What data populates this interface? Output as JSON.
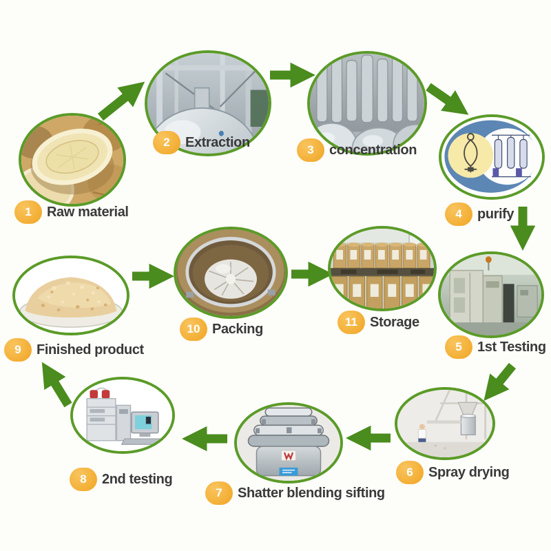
{
  "title": "Production process flow diagram",
  "colors": {
    "arrow_green": "#4a8c1d",
    "circle_border_green": "#5b9b28",
    "badge_orange": "#f0a522",
    "badge_text": "#ffffff",
    "label_text": "#3a3a3a",
    "background": "#fdfdfa"
  },
  "steps": [
    {
      "number": "1",
      "label": "Raw material",
      "image": "ginseng-root-slice-photo"
    },
    {
      "number": "2",
      "label": "Extraction",
      "image": "extraction-tank-photo"
    },
    {
      "number": "3",
      "label": "concentration",
      "image": "concentration-vessels-photo"
    },
    {
      "number": "4",
      "label": "purify",
      "image": "purification-funnel-and-columns-diagram"
    },
    {
      "number": "5",
      "label": "1st Testing",
      "image": "lab-testing-machines-photo"
    },
    {
      "number": "6",
      "label": "Spray drying",
      "image": "spray-dryer-room-photo"
    },
    {
      "number": "7",
      "label": "Shatter blending sifting",
      "image": "vibrating-sifter-machine-photo"
    },
    {
      "number": "8",
      "label": "2nd testing",
      "image": "hplc-with-computer-photo"
    },
    {
      "number": "9",
      "label": "Finished product",
      "image": "powder-in-dish-photo"
    },
    {
      "number": "10",
      "label": "Packing",
      "image": "drum-with-plastic-bag-photo"
    },
    {
      "number": "11",
      "label": "Storage",
      "image": "warehouse-cardboard-drums-photo"
    }
  ],
  "connections": [
    [
      "1",
      "2"
    ],
    [
      "2",
      "3"
    ],
    [
      "3",
      "4"
    ],
    [
      "4",
      "5"
    ],
    [
      "5",
      "6"
    ],
    [
      "6",
      "7"
    ],
    [
      "7",
      "8"
    ],
    [
      "8",
      "9"
    ],
    [
      "9",
      "10"
    ],
    [
      "10",
      "11"
    ]
  ]
}
